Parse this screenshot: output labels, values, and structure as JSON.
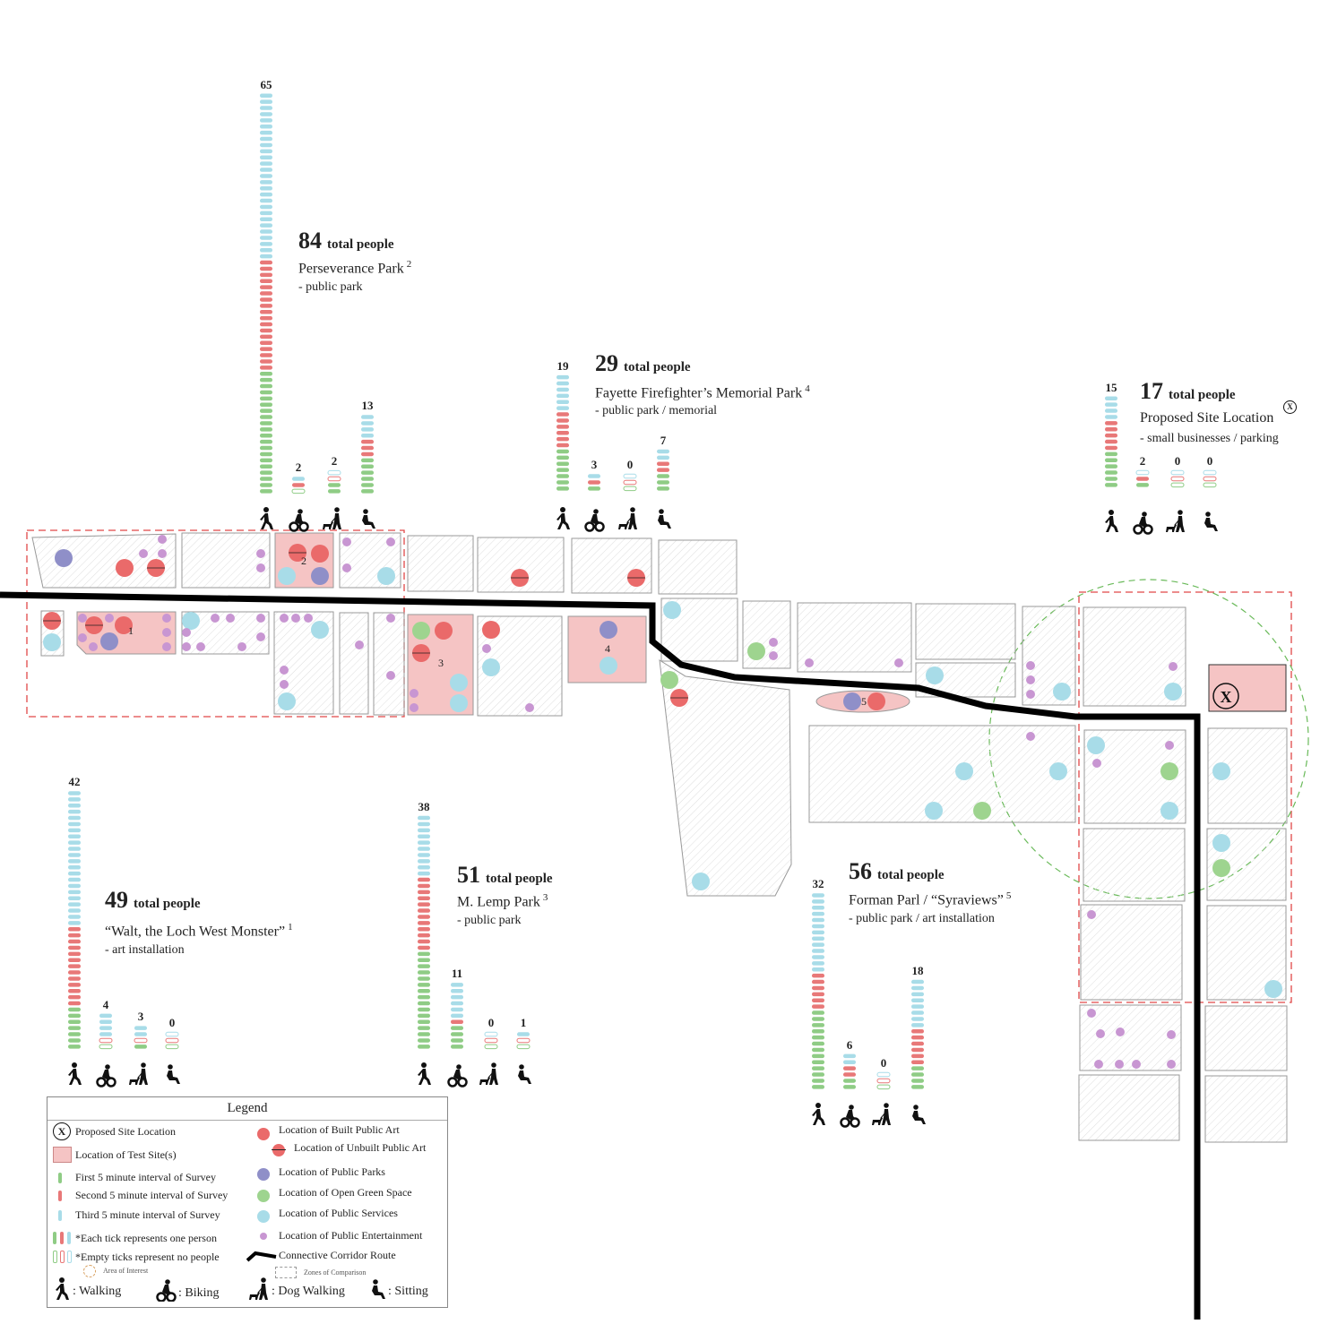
{
  "colors": {
    "first_interval": "#8fcc85",
    "second_interval": "#e87878",
    "third_interval": "#a8dce8",
    "built_art": "#ea6a6a",
    "unbuilt_art": "#ea6a6a",
    "public_parks": "#8f8fc8",
    "open_green": "#9ed48f",
    "public_services": "#a8dce8",
    "entertainment": "#c896d2",
    "test_site": "#f5c4c4",
    "corridor": "#000000",
    "area_of_interest": "#6aba5a",
    "zone_dash": "#e04848"
  },
  "sites": [
    {
      "id": "perseverance",
      "total": "84",
      "total_label": "total people",
      "name": "Perseverance Park",
      "ref": "2",
      "desc": "- public park",
      "counts": [
        {
          "mode": "walking",
          "value": "65",
          "first": 20,
          "second": 18,
          "third": 27
        },
        {
          "mode": "biking",
          "value": "2",
          "first": 0,
          "second": 1,
          "third": 1
        },
        {
          "mode": "dog",
          "value": "2",
          "first": 2,
          "second": 0,
          "third": 0
        },
        {
          "mode": "sitting",
          "value": "13",
          "first": 6,
          "second": 3,
          "third": 4
        }
      ]
    },
    {
      "id": "fayette",
      "total": "29",
      "total_label": "total people",
      "name": "Fayette Firefighter’s Memorial Park",
      "ref": "4",
      "desc": "- public park / memorial",
      "counts": [
        {
          "mode": "walking",
          "value": "19",
          "first": 7,
          "second": 6,
          "third": 6
        },
        {
          "mode": "biking",
          "value": "3",
          "first": 1,
          "second": 1,
          "third": 1
        },
        {
          "mode": "dog",
          "value": "0",
          "first": 0,
          "second": 0,
          "third": 0
        },
        {
          "mode": "sitting",
          "value": "7",
          "first": 3,
          "second": 2,
          "third": 2
        }
      ]
    },
    {
      "id": "proposed",
      "total": "17",
      "total_label": "total people",
      "name": "Proposed Site Location",
      "ref": "X",
      "desc": "- small businesses / parking",
      "counts": [
        {
          "mode": "walking",
          "value": "15",
          "first": 6,
          "second": 5,
          "third": 4
        },
        {
          "mode": "biking",
          "value": "2",
          "first": 1,
          "second": 1,
          "third": 0
        },
        {
          "mode": "dog",
          "value": "0",
          "first": 0,
          "second": 0,
          "third": 0
        },
        {
          "mode": "sitting",
          "value": "0",
          "first": 0,
          "second": 0,
          "third": 0
        }
      ]
    },
    {
      "id": "walt",
      "total": "49",
      "total_label": "total people",
      "name": "“Walt, the Loch West Monster”",
      "ref": "1",
      "desc": "- art installation",
      "counts": [
        {
          "mode": "walking",
          "value": "42",
          "first": 7,
          "second": 13,
          "third": 22
        },
        {
          "mode": "biking",
          "value": "4",
          "first": 0,
          "second": 0,
          "third": 4
        },
        {
          "mode": "dog",
          "value": "3",
          "first": 1,
          "second": 0,
          "third": 2
        },
        {
          "mode": "sitting",
          "value": "0",
          "first": 0,
          "second": 0,
          "third": 0
        }
      ]
    },
    {
      "id": "lemp",
      "total": "51",
      "total_label": "total people",
      "name": "M. Lemp Park",
      "ref": "3",
      "desc": "- public park",
      "counts": [
        {
          "mode": "walking",
          "value": "38",
          "first": 16,
          "second": 12,
          "third": 10
        },
        {
          "mode": "biking",
          "value": "11",
          "first": 4,
          "second": 1,
          "third": 6
        },
        {
          "mode": "dog",
          "value": "0",
          "first": 0,
          "second": 0,
          "third": 0
        },
        {
          "mode": "sitting",
          "value": "1",
          "first": 0,
          "second": 0,
          "third": 1
        }
      ]
    },
    {
      "id": "forman",
      "total": "56",
      "total_label": "total people",
      "name": "Forman Parl / “Syraviews”",
      "ref": "5",
      "desc": "- public park / art installation",
      "counts": [
        {
          "mode": "walking",
          "value": "32",
          "first": 13,
          "second": 6,
          "third": 13
        },
        {
          "mode": "biking",
          "value": "6",
          "first": 2,
          "second": 2,
          "third": 2
        },
        {
          "mode": "dog",
          "value": "0",
          "first": 0,
          "second": 0,
          "third": 0
        },
        {
          "mode": "sitting",
          "value": "18",
          "first": 4,
          "second": 6,
          "third": 8
        }
      ]
    }
  ],
  "map_labels": {
    "site1": "1",
    "site2": "2",
    "site3": "3",
    "site4": "4",
    "site5": "5",
    "proposed_marker": "X"
  },
  "legend": {
    "title": "Legend",
    "proposed_site": "Proposed Site Location",
    "test_site": "Location of Test Site(s)",
    "first": "First 5 minute interval of Survey",
    "second": "Second 5 minute interval of Survey",
    "third": "Third 5 minute interval of Survey",
    "each_tick": "*Each tick represents one person",
    "empty_tick": "*Empty ticks represent no people",
    "area_interest": "Area of Interest",
    "zones": "Zones of Comparison",
    "walking": ": Walking",
    "biking": ": Biking",
    "dog": ": Dog Walking",
    "sitting": ": Sitting",
    "built_art": "Location of Built Public Art",
    "unbuilt_art": "Location of Unbuilt Public Art",
    "parks": "Location of Public Parks",
    "green": "Location of Open Green Space",
    "services": "Location of Public Services",
    "entertainment": "Location of Public Entertainment",
    "corridor": "Connective Corridor Route",
    "x_glyph": "X"
  }
}
